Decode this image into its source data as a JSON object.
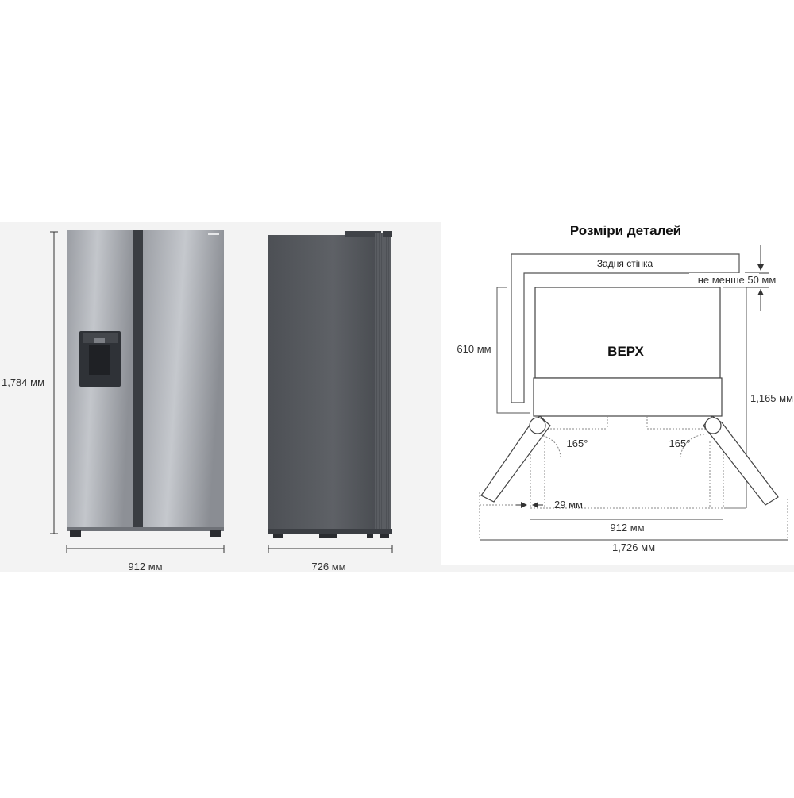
{
  "front_view": {
    "height_label": "1,784 мм",
    "width_label": "912 мм"
  },
  "side_view": {
    "depth_label": "726 мм"
  },
  "top_view": {
    "title": "Розміри деталей",
    "back_wall_label": "Задня стінка",
    "clearance_label": "не менше 50 мм",
    "top_label": "ВЕРХ",
    "depth_label": "610 мм",
    "total_depth_label": "1,165 мм",
    "angle_left_label": "165°",
    "angle_right_label": "165°",
    "gap_label": "29 мм",
    "width_label": "912 мм",
    "total_width_label": "1,726 мм"
  },
  "colors": {
    "panel_bg": "#f3f3f3",
    "steel_light": "#b9bcc1",
    "steel_dark": "#7c8087",
    "side_body": "#54575c",
    "line": "#333333"
  }
}
